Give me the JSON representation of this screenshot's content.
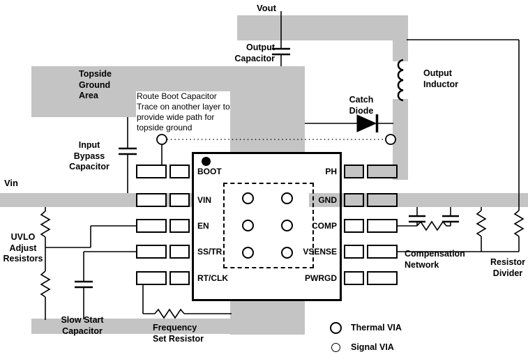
{
  "colors": {
    "copper": "#c4c4c4",
    "line": "#000000",
    "background": "#ffffff"
  },
  "ic": {
    "pins_left": [
      "BOOT",
      "VIN",
      "EN",
      "SS/TR",
      "RT/CLK"
    ],
    "pins_right": [
      "PH",
      "GND",
      "COMP",
      "VSENSE",
      "PWRGD"
    ]
  },
  "labels": {
    "vout": "Vout",
    "output_capacitor": "Output\nCapacitor",
    "topside_ground_area": "Topside\nGround\nArea",
    "route_boot_note": "Route Boot Capacitor\nTrace on another layer to\nprovide wide path for\ntopside ground",
    "catch_diode": "Catch\nDiode",
    "output_inductor": "Output\nInductor",
    "input_bypass_capacitor": "Input\nBypass\nCapacitor",
    "vin": "Vin",
    "uvlo_adjust_resistors": "UVLO\nAdjust\nResistors",
    "slow_start_capacitor": "Slow Start\nCapacitor",
    "frequency_set_resistor": "Frequency\nSet Resistor",
    "compensation_network": "Compensation\nNetwork",
    "resistor_divider": "Resistor\nDivider"
  },
  "legend": {
    "thermal_via": "Thermal VIA",
    "signal_via": "Signal VIA"
  }
}
